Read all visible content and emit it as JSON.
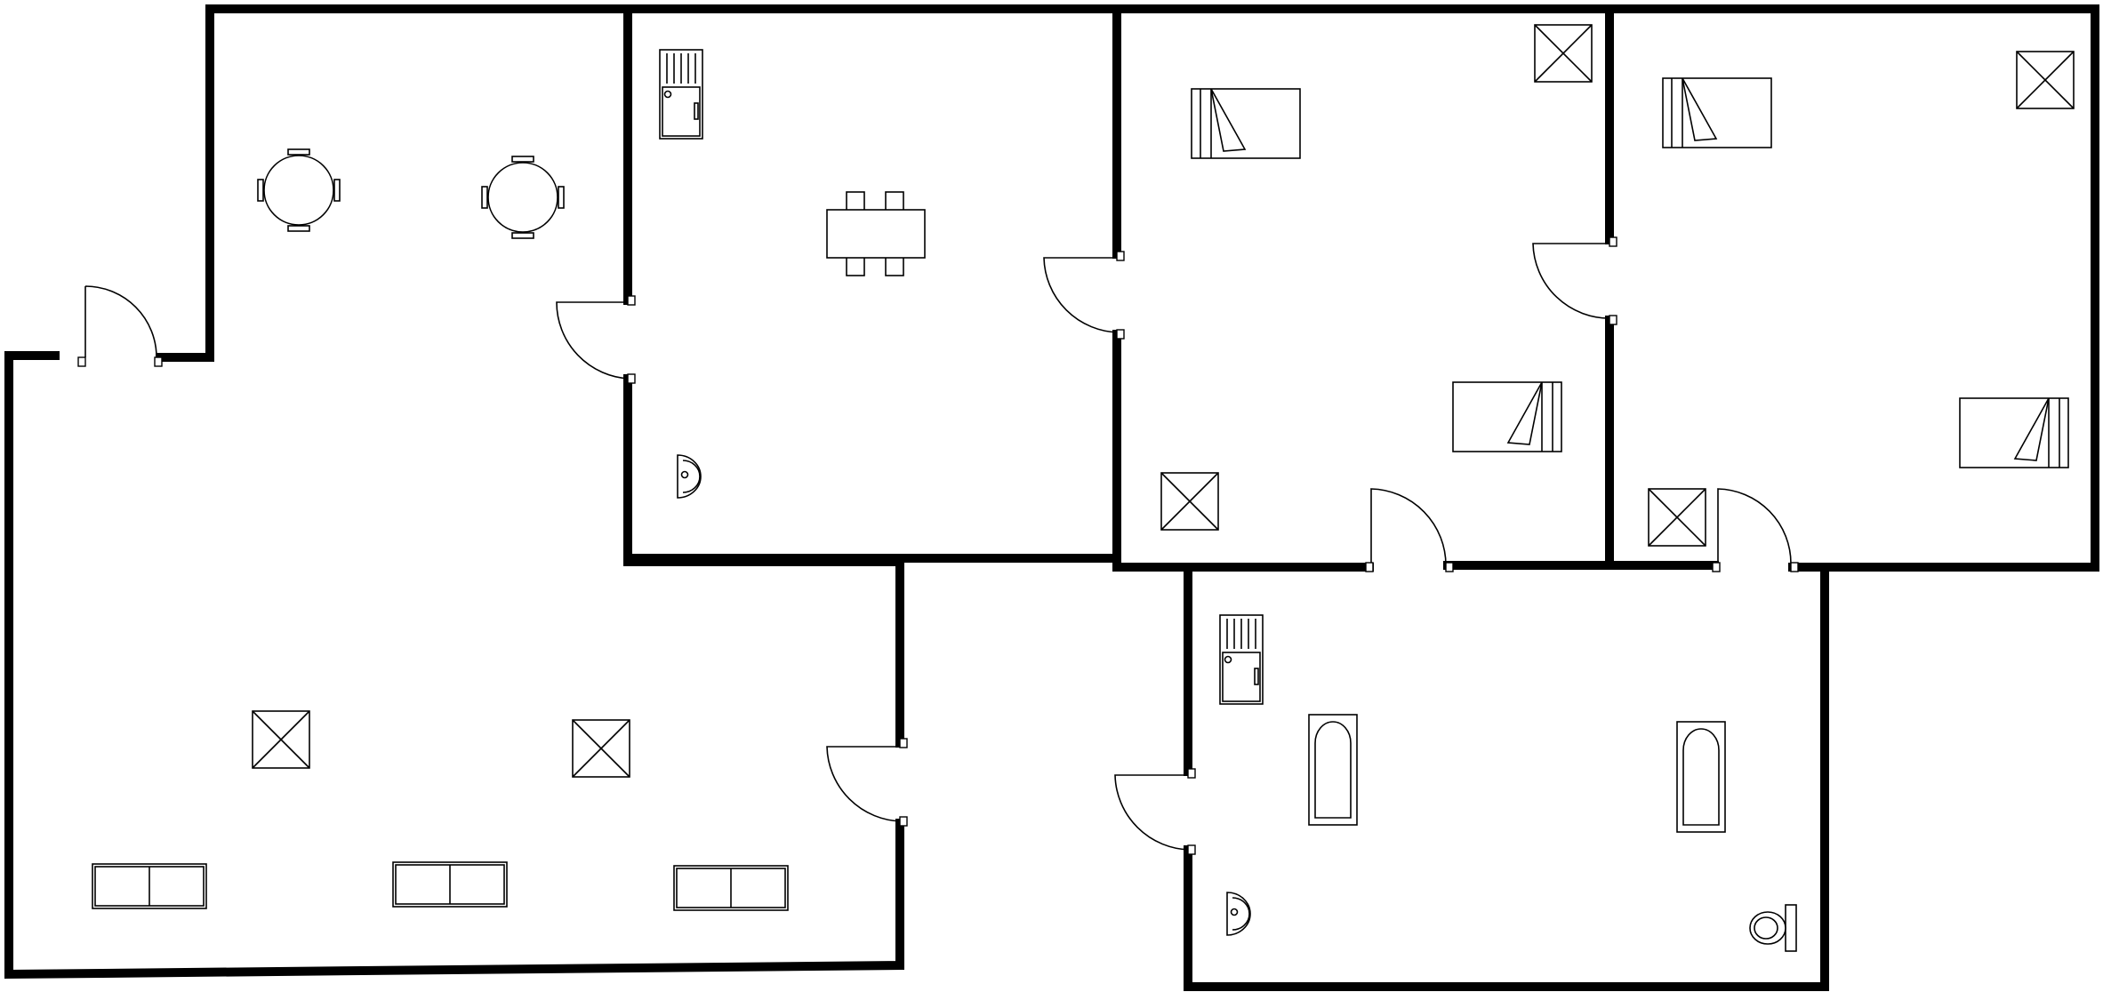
{
  "diagram": {
    "type": "floor-plan",
    "colors": {
      "wall": "#000000",
      "background": "#ffffff",
      "fixture-stroke": "#000000"
    },
    "rooms": [
      {
        "id": "living-room",
        "fixtures": [
          "round-table-icon",
          "round-table-icon",
          "storage-box-icon",
          "storage-box-icon",
          "sofa-icon",
          "sofa-icon",
          "sofa-icon"
        ]
      },
      {
        "id": "kitchen",
        "fixtures": [
          "sink-icon",
          "dining-table-icon",
          "washbasin-icon"
        ]
      },
      {
        "id": "bedroom-1",
        "fixtures": [
          "bed-icon",
          "bed-icon",
          "storage-box-icon",
          "storage-box-icon"
        ]
      },
      {
        "id": "bedroom-2",
        "fixtures": [
          "bed-icon",
          "bed-icon",
          "storage-box-icon",
          "storage-box-icon"
        ]
      },
      {
        "id": "bathroom",
        "fixtures": [
          "sink-icon",
          "bathtub-icon",
          "bathtub-icon",
          "washbasin-icon",
          "toilet-icon"
        ]
      }
    ],
    "door_count": 8
  }
}
